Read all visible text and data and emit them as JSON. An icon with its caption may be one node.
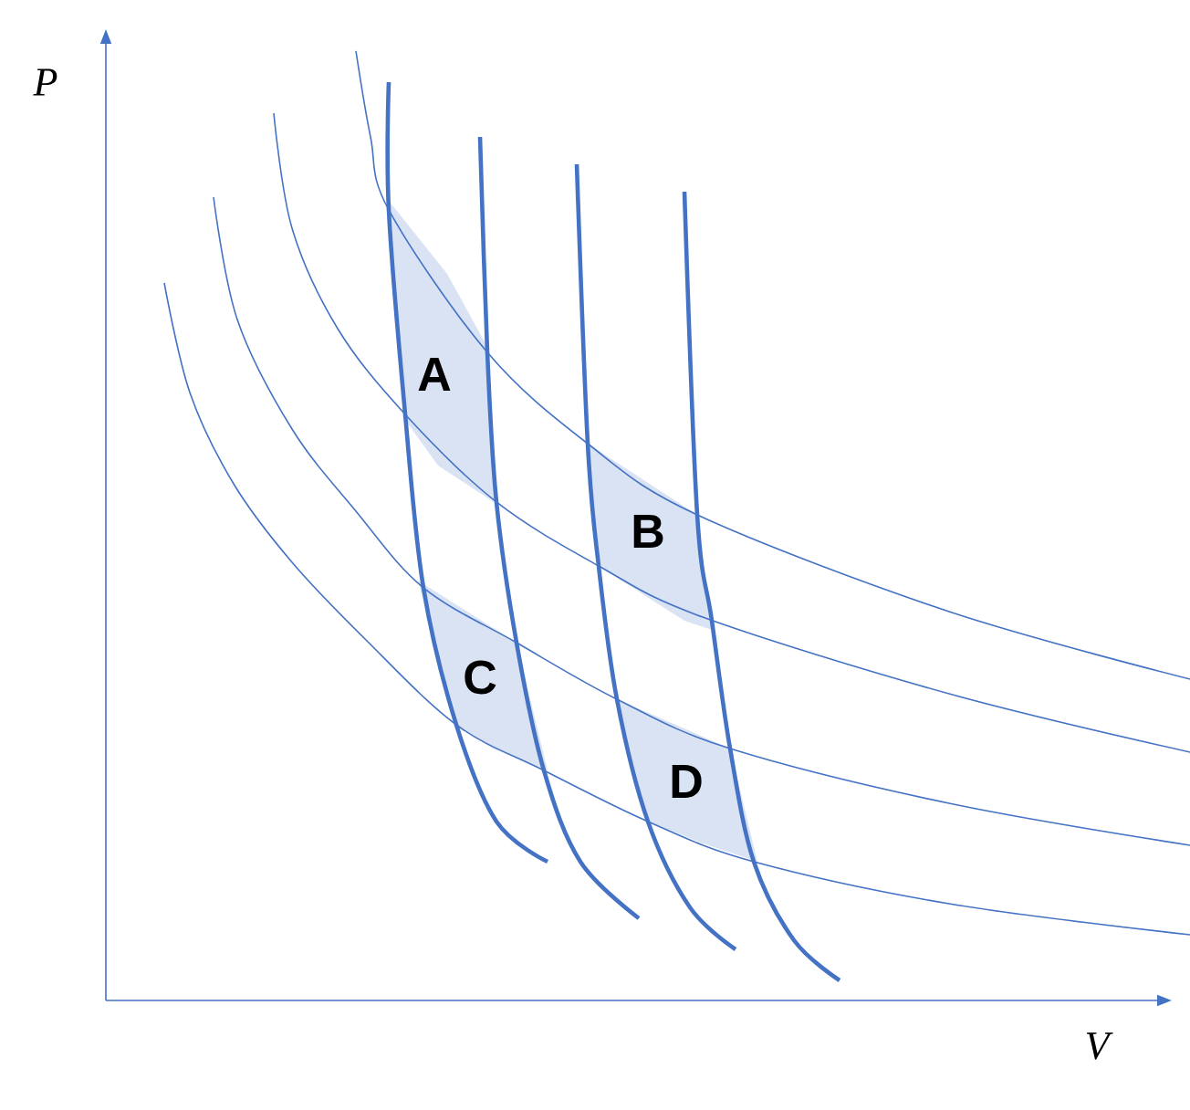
{
  "diagram": {
    "nodes": [
      {
        "text": [
          "A"
        ]
      },
      {
        "text": [
          "B"
        ]
      },
      {
        "text": [
          "C"
        ]
      },
      {
        "text": [
          "D"
        ]
      }
    ],
    "labels": [
      "P",
      "V"
    ]
  }
}
